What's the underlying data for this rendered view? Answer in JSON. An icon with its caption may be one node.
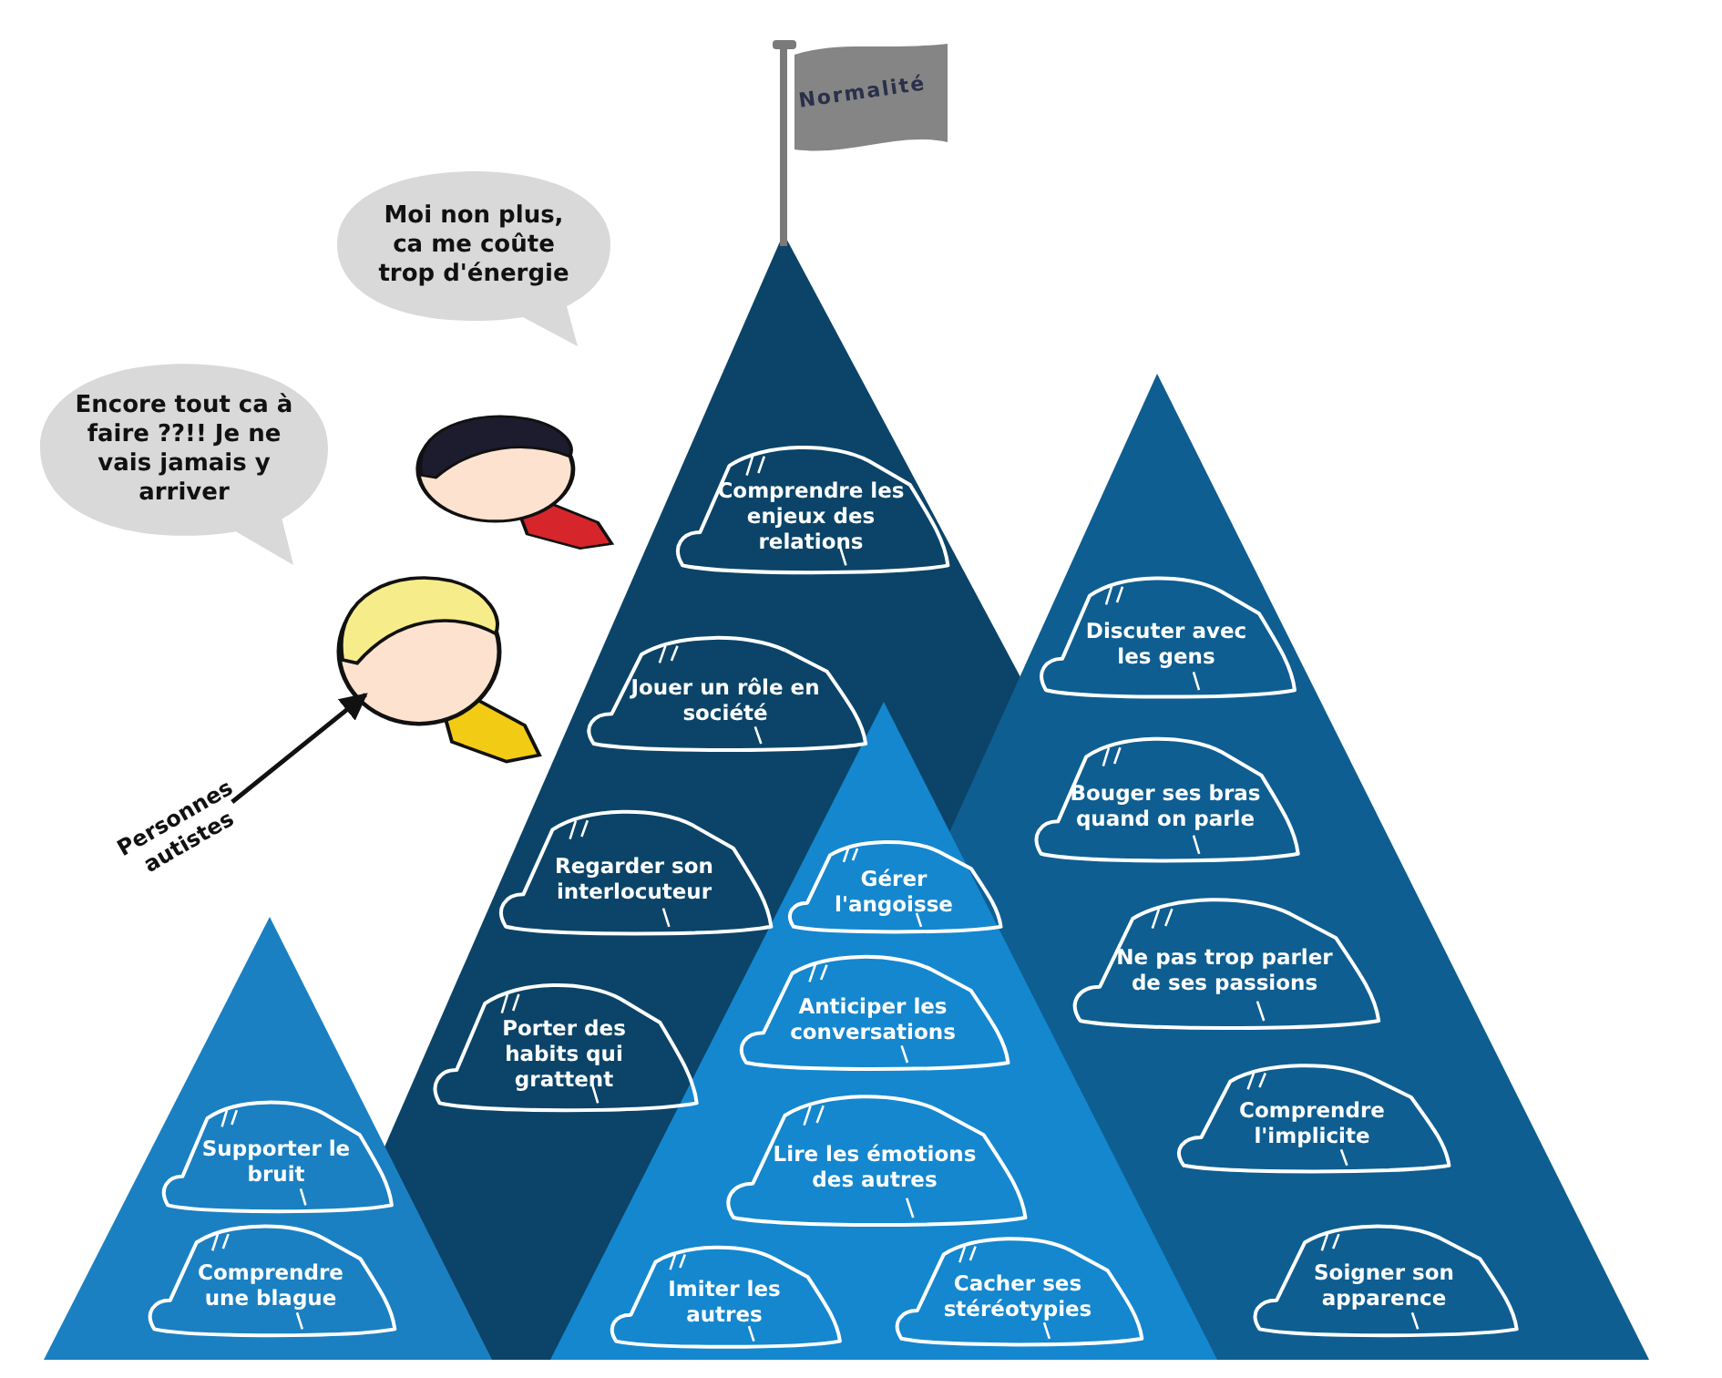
{
  "diagram": {
    "nodes": [
      {
        "text": [
          "Normalité"
        ]
      },
      {
        "text": [
          "Moi non plus, ca me coûte trop d'énergie"
        ]
      },
      {
        "text": [
          "Encore tout ca à faire ??!! Je ne vais jamais y arriver"
        ]
      },
      {
        "text": [],
        "shape": "person"
      },
      {
        "text": [],
        "shape": "person"
      },
      {
        "text": [
          "Personnes autistes"
        ]
      },
      {
        "text": [
          "Comprendre les enjeux des relations"
        ]
      },
      {
        "text": [
          "Jouer un rôle en société"
        ]
      },
      {
        "text": [
          "Regarder son interlocuteur"
        ]
      },
      {
        "text": [
          "Porter des habits qui grattent"
        ]
      },
      {
        "text": [
          "Discuter avec les gens"
        ]
      },
      {
        "text": [
          "Bouger ses bras quand on parle"
        ]
      },
      {
        "text": [
          "Ne pas trop parler de ses passions"
        ]
      },
      {
        "text": [
          "Comprendre l'implicite"
        ]
      },
      {
        "text": [
          "Soigner son apparence"
        ]
      },
      {
        "text": [
          "Gérer l'angoisse"
        ]
      },
      {
        "text": [
          "Anticiper les conversations"
        ]
      },
      {
        "text": [
          "Lire les émotions des autres"
        ]
      },
      {
        "text": [
          "Imiter les autres"
        ]
      },
      {
        "text": [
          "Cacher ses stéréotypies"
        ]
      },
      {
        "text": [
          "Supporter le bruit"
        ]
      },
      {
        "text": [
          "Comprendre une blague"
        ]
      }
    ],
    "edges": [
      {
        "from": 5,
        "to": 4,
        "arrow": "to"
      }
    ]
  }
}
